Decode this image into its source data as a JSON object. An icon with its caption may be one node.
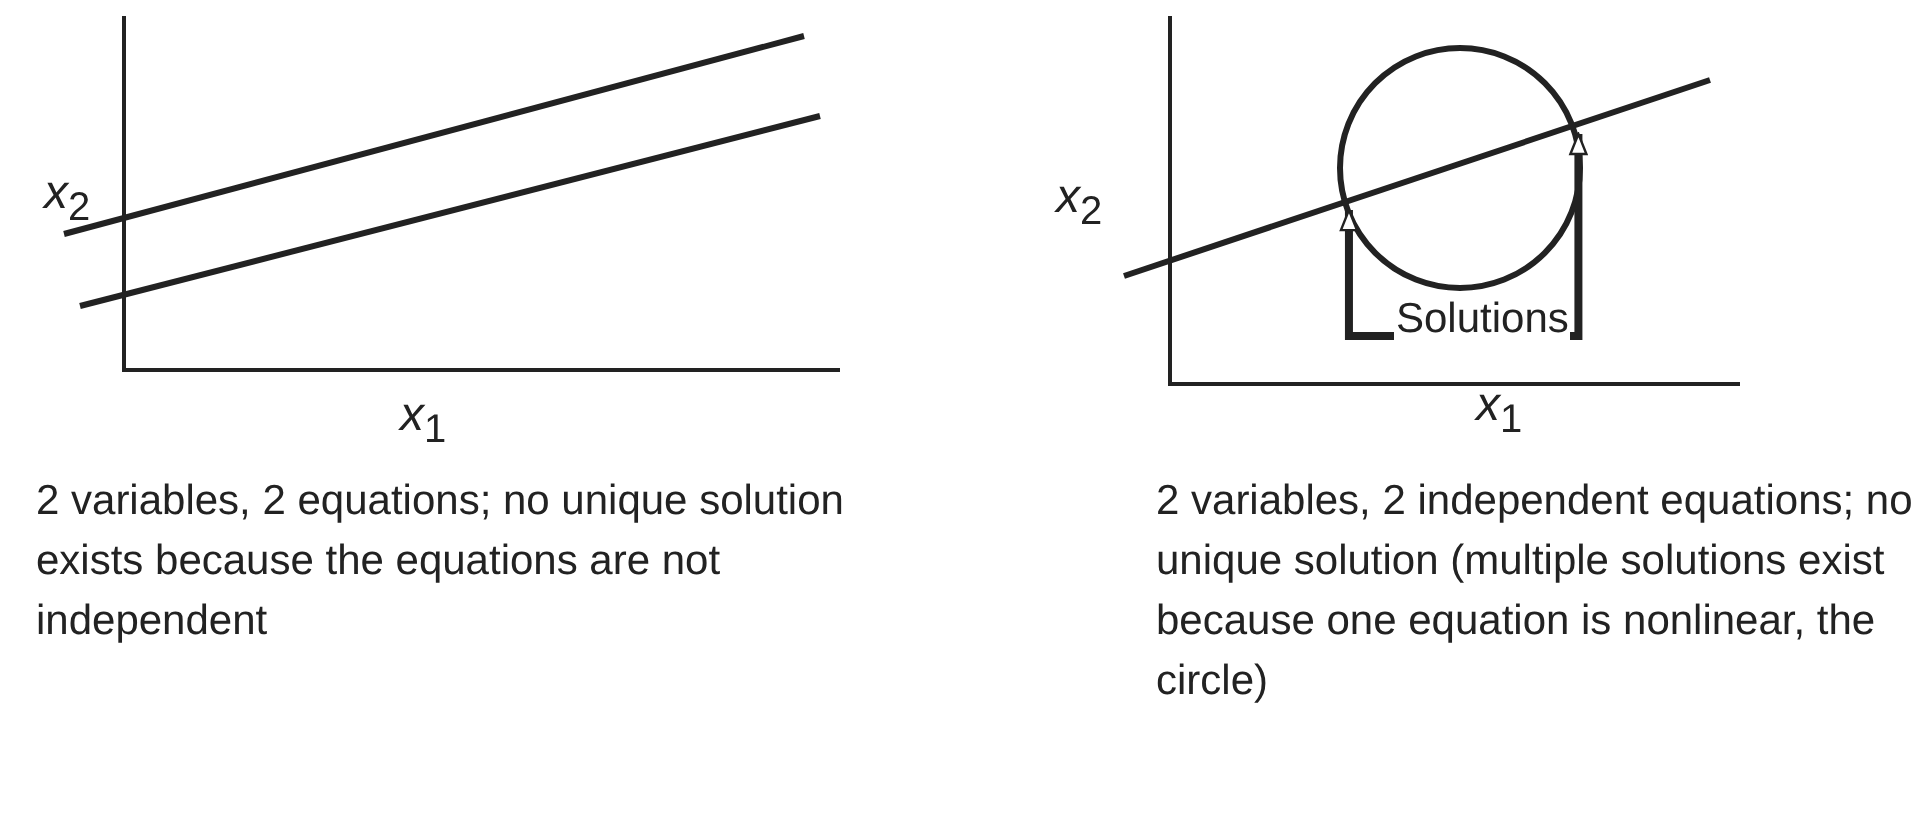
{
  "diagram": {
    "nodes": [
      {
        "text": [],
        "shape": "circle"
      },
      {
        "text": [
          "Solutions"
        ]
      }
    ],
    "edges": [
      {
        "from": 1,
        "to": 0,
        "arrow": "to"
      },
      {
        "from": 1,
        "to": 0,
        "arrow": "to"
      }
    ],
    "labels": [
      "*x*$_{2}$",
      "*x*$_{1}$",
      "2 variables, 2 equations; no unique solution exists because the equations are not independent",
      "*x*$_{2}$",
      "*x*$_{1}$",
      "2 variables, 2 independent equations; no unique solution (multiple solutions exist because one equation is nonlinear, the circle)"
    ]
  }
}
